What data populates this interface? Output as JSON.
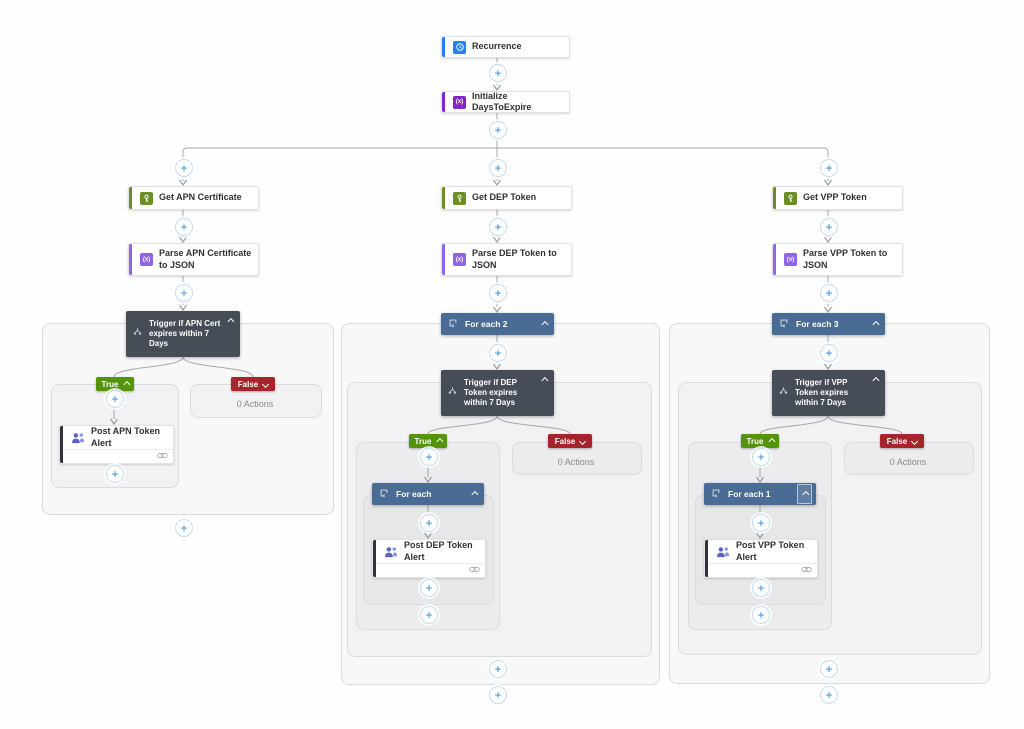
{
  "colors": {
    "recurrence_accent": "#2380f7",
    "variables_accent": "#8424c9",
    "keyvault_accent": "#6c8e28",
    "parse_accent": "#9064e8",
    "teams_accent": "#33323e",
    "condition_bg": "#474d56",
    "foreach_bg": "#4a6c94",
    "true_bg": "#54930c",
    "false_bg": "#a4262c",
    "plus_color": "#2b88d8"
  },
  "icons": {
    "plus_glyph": "+",
    "variables_glyph": "(x)",
    "parse_glyph": "(x)"
  },
  "nodes": {
    "recurrence": {
      "label": "Recurrence"
    },
    "initialize": {
      "label": "Initialize DaysToExpire"
    }
  },
  "branches": {
    "apn": {
      "get_label": "Get APN Certificate",
      "parse_label": "Parse APN Certificate to JSON",
      "condition_label": "Trigger if APN Cert expires within 7 Days",
      "true_label": "True",
      "false_label": "False",
      "false_actions": "0 Actions",
      "post_label": "Post APN Token Alert"
    },
    "dep": {
      "get_label": "Get DEP Token",
      "parse_label": "Parse DEP Token to JSON",
      "foreach_outer_label": "For each 2",
      "condition_label": "Trigger if DEP Token expires within 7 Days",
      "true_label": "True",
      "false_label": "False",
      "false_actions": "0 Actions",
      "foreach_inner_label": "For each",
      "post_label": "Post DEP Token Alert"
    },
    "vpp": {
      "get_label": "Get VPP Token",
      "parse_label": "Parse VPP Token to JSON",
      "foreach_outer_label": "For each 3",
      "condition_label": "Trigger if VPP Token expires within 7 Days",
      "true_label": "True",
      "false_label": "False",
      "false_actions": "0 Actions",
      "foreach_inner_label": "For each 1",
      "post_label": "Post VPP Token Alert"
    }
  }
}
